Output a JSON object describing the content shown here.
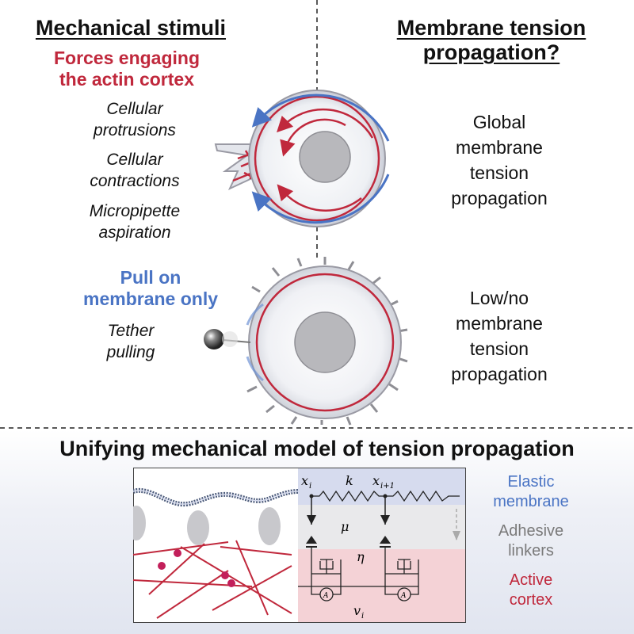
{
  "left_panel": {
    "header": "Mechanical stimuli",
    "forces_title": "Forces engaging\nthe actin cortex",
    "items": [
      "Cellular\nprotrusions",
      "Cellular\ncontractions",
      "Micropipette\naspiration"
    ],
    "pull_title": "Pull on\nmembrane only",
    "pull_item": "Tether\npulling"
  },
  "right_panel": {
    "header": "Membrane tension\npropagation?",
    "global_text": "Global\nmembrane\ntension\npropagation",
    "low_text": "Low/no\nmembrane\ntension\npropagation"
  },
  "bottom": {
    "title": "Unifying mechanical model of tension propagation",
    "symbols": {
      "xi": "x",
      "xi_sub": "i",
      "k": "k",
      "xi1": "x",
      "xi1_sub": "i+1",
      "mu": "μ",
      "eta": "η",
      "vi": "v",
      "vi_sub": "i",
      "A": "A"
    },
    "legend": [
      {
        "text": "Elastic\nmembrane",
        "color": "#4a74c4"
      },
      {
        "text": "Adhesive\nlinkers",
        "color": "#7a7a7a"
      },
      {
        "text": "Active\ncortex",
        "color": "#c0283c"
      }
    ]
  },
  "colors": {
    "red": "#c0283c",
    "blue": "#4a74c4",
    "grey": "#9a9a9a"
  }
}
